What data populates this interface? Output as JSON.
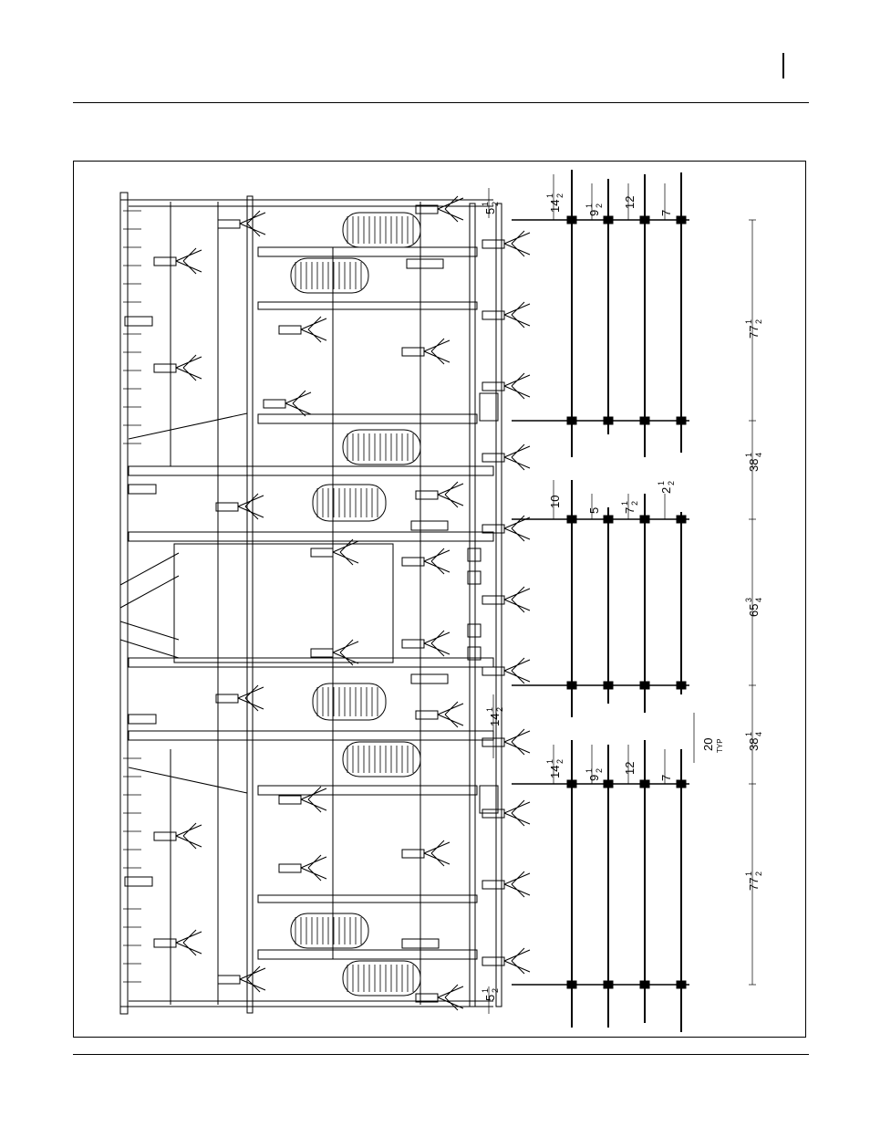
{
  "page": {
    "header_text": "",
    "footer_text": ""
  },
  "figure": {
    "caption": "",
    "dimensions": {
      "d_14_5_top": "14",
      "d_14_5_top_frac_n": "1",
      "d_14_5_top_frac_d": "2",
      "d_9_5_top": "9",
      "d_9_5_top_frac_n": "1",
      "d_9_5_top_frac_d": "2",
      "d_12_top": "12",
      "d_7_top": "7",
      "d_5_5_top": "5",
      "d_5_5_top_frac_n": "1",
      "d_5_5_top_frac_d": "2",
      "d_77_5_top": "77",
      "d_77_5_top_frac_n": "1",
      "d_77_5_top_frac_d": "2",
      "d_38_25_top": "38",
      "d_38_25_top_frac_n": "1",
      "d_38_25_top_frac_d": "4",
      "d_10_mid": "10",
      "d_5_mid": "5",
      "d_7_5_mid": "7",
      "d_7_5_mid_frac_n": "1",
      "d_7_5_mid_frac_d": "2",
      "d_2_5_mid": "2",
      "d_2_5_mid_frac_n": "1",
      "d_2_5_mid_frac_d": "2",
      "d_65_75_mid": "65",
      "d_65_75_mid_frac_n": "3",
      "d_65_75_mid_frac_d": "4",
      "d_14_5_mid": "14",
      "d_14_5_mid_frac_n": "1",
      "d_14_5_mid_frac_d": "2",
      "d_20_typ": "20",
      "d_20_typ_note": "TYP",
      "d_38_25_bot": "38",
      "d_38_25_bot_frac_n": "1",
      "d_38_25_bot_frac_d": "4",
      "d_14_5_bot": "14",
      "d_14_5_bot_frac_n": "1",
      "d_14_5_bot_frac_d": "2",
      "d_9_5_bot": "9",
      "d_9_5_bot_frac_n": "1",
      "d_9_5_bot_frac_d": "2",
      "d_12_bot": "12",
      "d_7_bot": "7",
      "d_77_5_bot": "77",
      "d_77_5_bot_frac_n": "1",
      "d_77_5_bot_frac_d": "2",
      "d_5_5_bot": "5",
      "d_5_5_bot_frac_n": "1",
      "d_5_5_bot_frac_d": "2"
    }
  }
}
